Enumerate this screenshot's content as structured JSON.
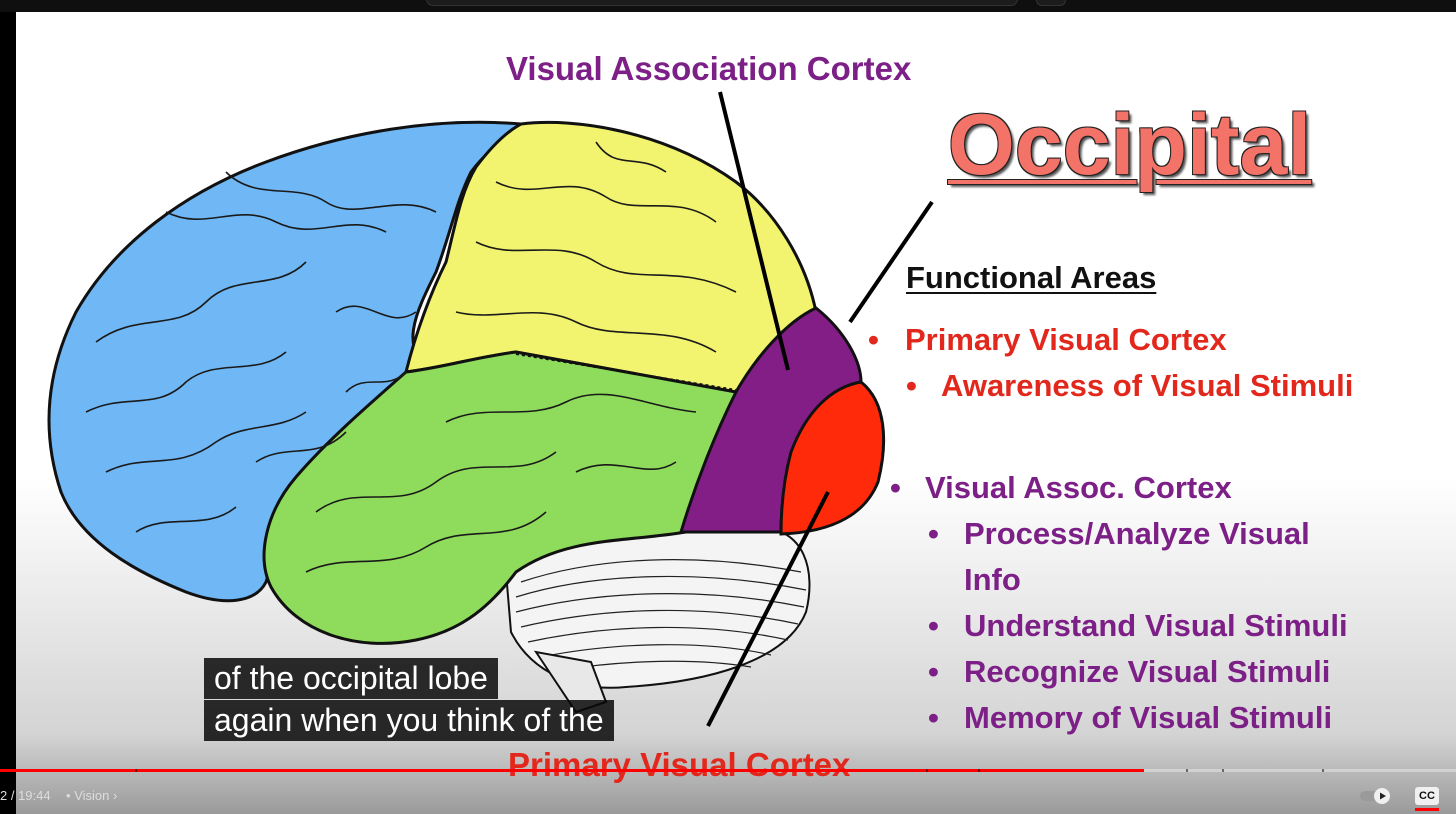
{
  "slide": {
    "top_label": "Visual Association Cortex",
    "title": "Occipital",
    "functional_heading": "Functional Areas",
    "primary": {
      "label": "Primary Visual Cortex",
      "sub": [
        "Awareness of Visual Stimuli"
      ]
    },
    "assoc": {
      "label": "Visual Assoc. Cortex",
      "sub": [
        "Process/Analyze Visual",
        "Info",
        "Understand Visual Stimuli",
        "Recognize Visual Stimuli",
        "Memory of Visual Stimuli"
      ]
    },
    "bottom_label": "Primary Visual Cortex",
    "bullet": "•"
  },
  "captions": {
    "line1": "of the occipital lobe",
    "line2": "again when you think of the"
  },
  "player": {
    "time": "2 / 19:44",
    "separator": "•",
    "chapter": "Vision",
    "chapter_chevron": "›",
    "cc_label": "CC",
    "progress_percent": 78.6
  },
  "colors": {
    "frontal": "#6fb7f5",
    "parietal": "#f2f36e",
    "temporal": "#8fdb5c",
    "association": "#831e87",
    "primary": "#ff2a0a",
    "progress": "#ff0000"
  }
}
